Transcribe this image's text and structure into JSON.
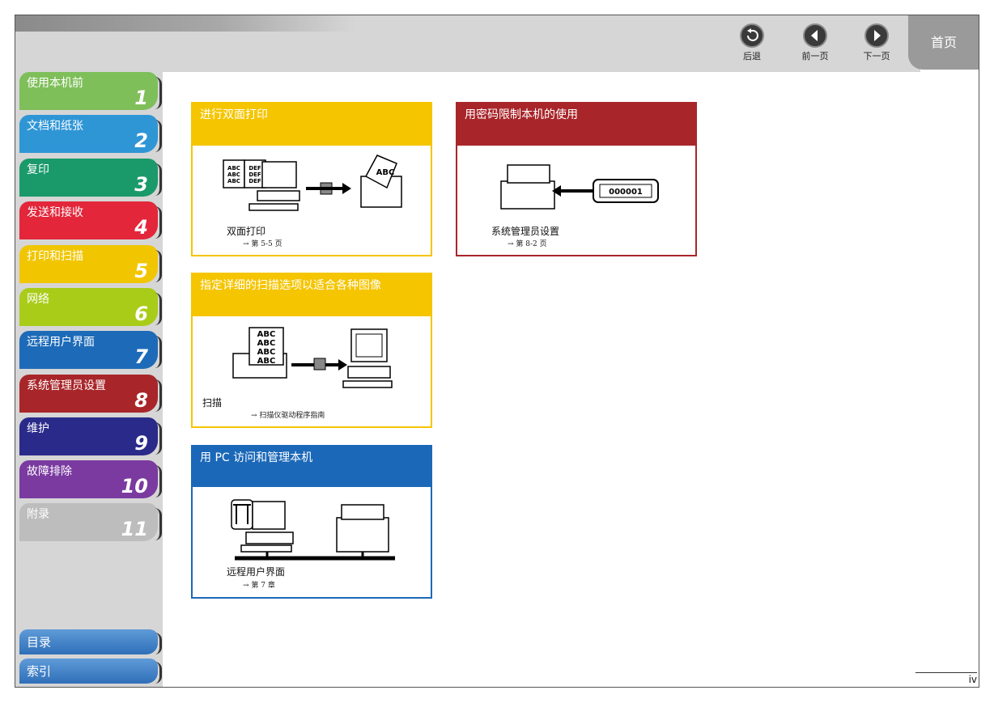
{
  "nav": {
    "back_label": "后退",
    "prev_label": "前一页",
    "next_label": "下一页",
    "home_label": "首页"
  },
  "chapters": [
    {
      "title": "使用本机前",
      "number": "1",
      "color": "#7fbf5a"
    },
    {
      "title": "文档和纸张",
      "number": "2",
      "color": "#2f96d6"
    },
    {
      "title": "复印",
      "number": "3",
      "color": "#1a9a6a"
    },
    {
      "title": "发送和接收",
      "number": "4",
      "color": "#e3263a"
    },
    {
      "title": "打印和扫描",
      "number": "5",
      "color": "#f1c600"
    },
    {
      "title": "网络",
      "number": "6",
      "color": "#a9cc18"
    },
    {
      "title": "远程用户界面",
      "number": "7",
      "color": "#1d6bb8"
    },
    {
      "title": "系统管理员设置",
      "number": "8",
      "color": "#a8262a"
    },
    {
      "title": "维护",
      "number": "9",
      "color": "#2a2a8a"
    },
    {
      "title": "故障排除",
      "number": "10",
      "color": "#7a3aa0"
    },
    {
      "title": "附录",
      "number": "11",
      "color": "#bdbdbd"
    }
  ],
  "bottom_tabs": {
    "contents": "目录",
    "index": "索引"
  },
  "cards": {
    "duplex": {
      "title": "进行双面打印",
      "caption": "双面打印",
      "ref": "→ 第 5-5 页",
      "color": "#f5c500"
    },
    "scan": {
      "title": "指定详细的扫描选项以适合各种图像",
      "caption": "扫描",
      "ref": "→ 扫描仪驱动程序指南",
      "color": "#f5c500"
    },
    "remote": {
      "title": "用 PC 访问和管理本机",
      "caption": "远程用户界面",
      "ref": "→ 第 7 章",
      "color": "#1b68b8"
    },
    "password": {
      "title": "用密码限制本机的使用",
      "caption": "系统管理员设置",
      "ref": "→ 第 8-2 页",
      "color": "#a8262a"
    }
  },
  "illustration_text": {
    "abc": "ABC",
    "def": "DEF",
    "code": "000001"
  },
  "page_number": "iv"
}
